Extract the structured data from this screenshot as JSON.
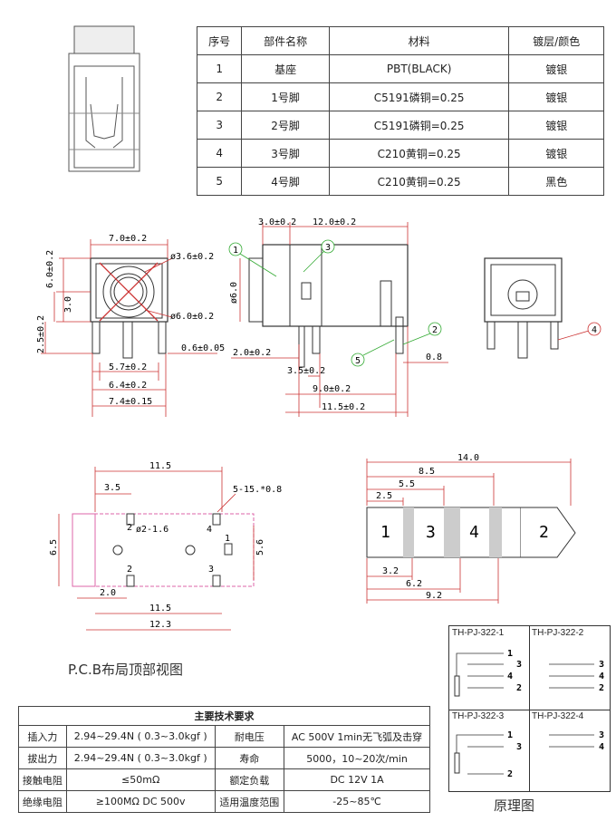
{
  "materials_table": {
    "headers": [
      "序号",
      "部件名称",
      "材料",
      "镀层/颜色"
    ],
    "rows": [
      [
        "1",
        "基座",
        "PBT(BLACK)",
        "镀银"
      ],
      [
        "2",
        "1号脚",
        "C5191磷铜=0.25",
        "镀银"
      ],
      [
        "3",
        "2号脚",
        "C5191磷铜=0.25",
        "镀银"
      ],
      [
        "4",
        "3号脚",
        "C210黄铜=0.25",
        "镀银"
      ],
      [
        "5",
        "4号脚",
        "C210黄铜=0.25",
        "黑色"
      ]
    ]
  },
  "front_view": {
    "dims": [
      "7.0±0.2",
      "ø3.6±0.2",
      "6.0±0.2",
      "3.0",
      "2.5±0.2",
      "ø6.0±0.2",
      "0.6±0.05",
      "5.7±0.2",
      "6.4±0.2",
      "7.4±0.15"
    ]
  },
  "side_view": {
    "dims": [
      "3.0±0.2",
      "12.0±0.2",
      "ø6.0",
      "2.0±0.2",
      "3.5±0.2",
      "9.0±0.2",
      "11.5±0.2",
      "0.8"
    ],
    "callouts": [
      "1",
      "3",
      "2",
      "5"
    ]
  },
  "rear_view": {
    "callouts": [
      "4"
    ]
  },
  "pcb_layout": {
    "dims": [
      "11.5",
      "3.5",
      "5-15.*0.8",
      "ø2-1.6",
      "6.5",
      "5.6",
      "2.0",
      "11.5",
      "12.3"
    ],
    "pad_labels": [
      "2",
      "4",
      "1",
      "2",
      "3"
    ],
    "caption": "P.C.B布局顶部视图"
  },
  "plug_diagram": {
    "dims": [
      "14.0",
      "8.5",
      "5.5",
      "2.5",
      "3.2",
      "6.2",
      "9.2"
    ],
    "segment_labels": [
      "1",
      "3",
      "4",
      "2"
    ]
  },
  "spec_table": {
    "title": "主要技术要求",
    "rows": [
      [
        "插入力",
        "2.94~29.4N ( 0.3~3.0kgf )",
        "耐电压",
        "AC 500V 1min无飞弧及击穿"
      ],
      [
        "拔出力",
        "2.94~29.4N ( 0.3~3.0kgf )",
        "寿命",
        "5000，10~20次/min"
      ],
      [
        "接触电阻",
        "≤50mΩ",
        "额定负载",
        "DC 12V 1A"
      ],
      [
        "绝缘电阻",
        "≥100MΩ DC 500v",
        "适用温度范围",
        "-25~85℃"
      ]
    ]
  },
  "schematics": {
    "titles": [
      "TH-PJ-322-1",
      "TH-PJ-322-2",
      "TH-PJ-322-3",
      "TH-PJ-322-4"
    ],
    "pins_a": [
      "1",
      "3",
      "4",
      "2"
    ],
    "pins_b": [
      "3",
      "4",
      "2"
    ],
    "pins_c": [
      "1",
      "3",
      "2"
    ],
    "pins_d": [
      "3",
      "4"
    ],
    "caption": "原理图"
  }
}
